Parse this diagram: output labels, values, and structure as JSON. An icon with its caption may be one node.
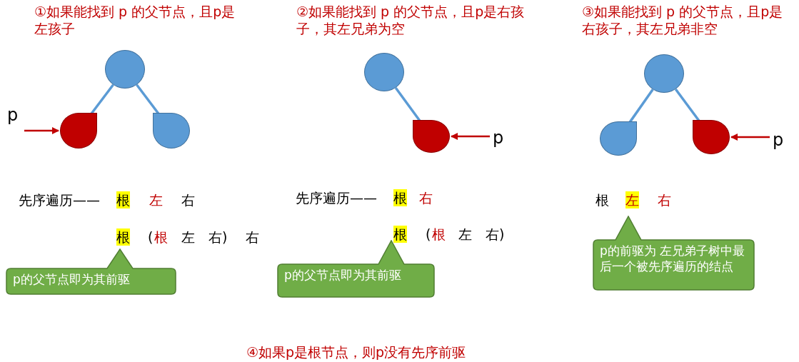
{
  "diagram": {
    "caption": "④如果p是根节点，则p没有先序前驱",
    "nodes": [
      {
        "text": [],
        "shape": "circle"
      },
      {
        "text": [],
        "shape": "teardrop"
      },
      {
        "text": [],
        "shape": "teardrop"
      },
      {
        "text": [
          "p"
        ]
      },
      {
        "text": [],
        "shape": "circle"
      },
      {
        "text": [],
        "shape": "teardrop"
      },
      {
        "text": [
          "p"
        ]
      },
      {
        "text": [],
        "shape": "circle"
      },
      {
        "text": [],
        "shape": "teardrop"
      },
      {
        "text": [],
        "shape": "teardrop"
      },
      {
        "text": [
          "p"
        ]
      },
      {
        "text": [
          "p的父节点即为其前驱"
        ]
      },
      {
        "text": [
          "p的父节点即为其前驱"
        ]
      },
      {
        "text": [
          "p的前驱为 左兄弟子树中最后一个被先序遍历的结点"
        ]
      }
    ],
    "edges": [
      {
        "from": 0,
        "to": 1,
        "arrow": "none"
      },
      {
        "from": 0,
        "to": 2,
        "arrow": "none"
      },
      {
        "from": 3,
        "to": 1,
        "arrow": "to",
        "color": "#c00000"
      },
      {
        "from": 4,
        "to": 5,
        "arrow": "none"
      },
      {
        "from": 6,
        "to": 5,
        "arrow": "to",
        "color": "#c00000"
      },
      {
        "from": 7,
        "to": 8,
        "arrow": "none"
      },
      {
        "from": 7,
        "to": 9,
        "arrow": "none"
      },
      {
        "from": 10,
        "to": 9,
        "arrow": "to",
        "color": "#c00000"
      }
    ],
    "labels": [
      "①如果能找到 p 的父节点，且p是左孩子",
      "②如果能找到 p 的父节点，且p是右孩子，其左兄弟为空",
      "③如果能找到 p 的父节点，且p是右孩子，其左兄弟非空",
      "先序遍历——",
      "根",
      "左",
      "右",
      "根",
      "(",
      "根",
      "左",
      "右)",
      "右",
      "先序遍历——",
      "根",
      "右",
      "根",
      "(",
      "根",
      "左",
      "右)",
      "根",
      "左",
      "右"
    ]
  }
}
